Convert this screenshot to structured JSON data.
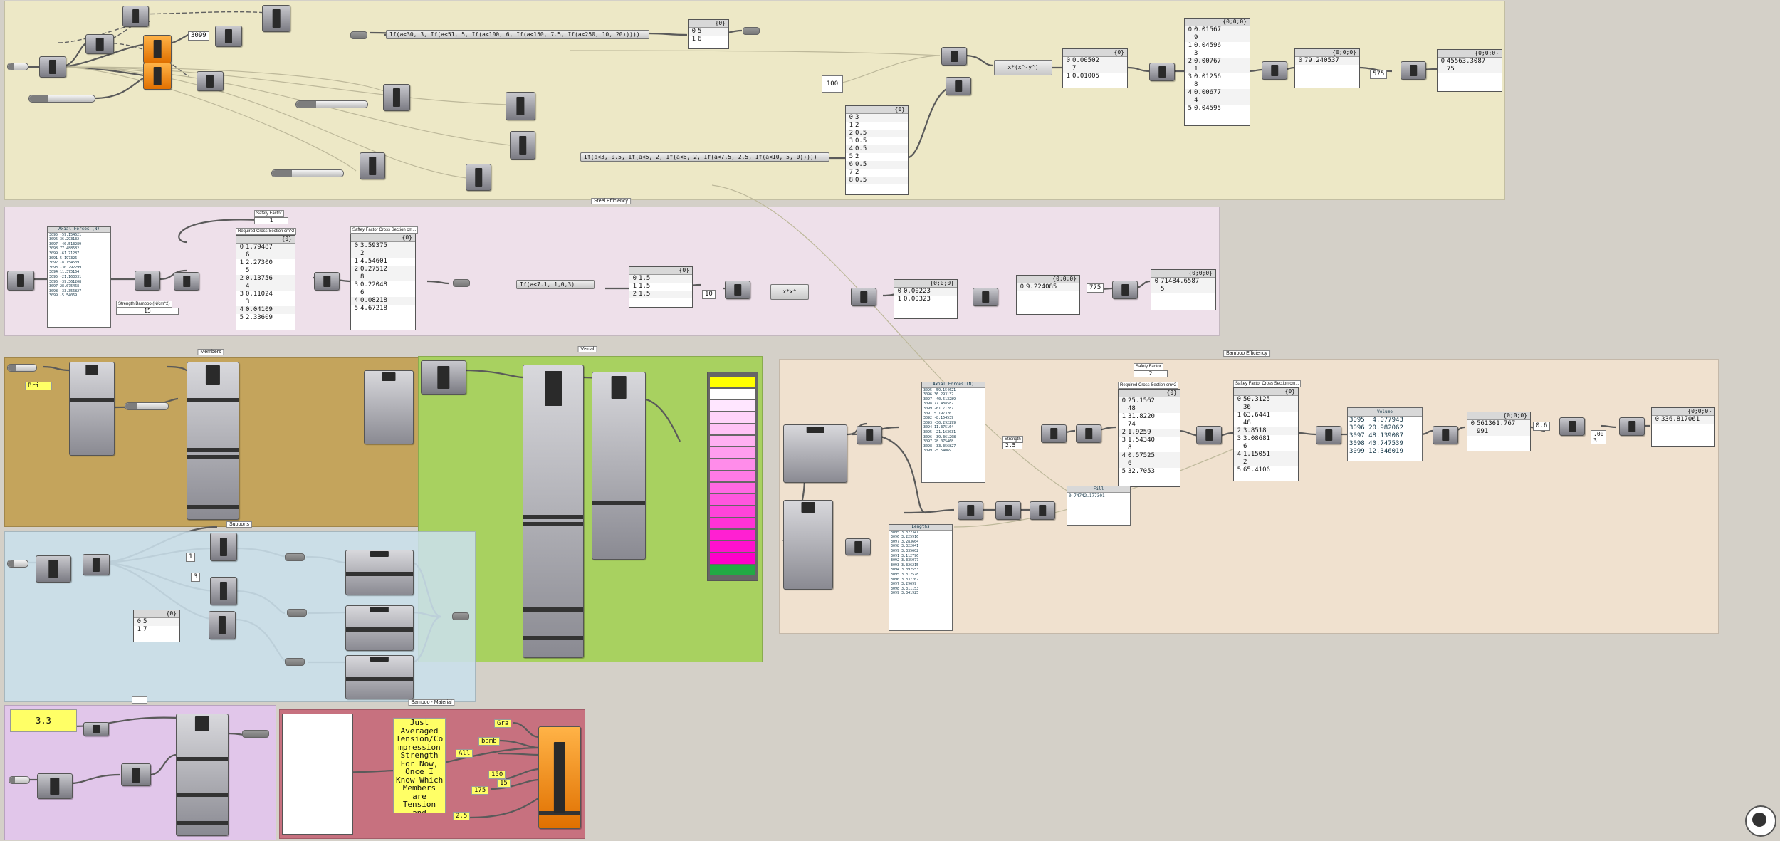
{
  "colors": {
    "top_group": "#ede8c6",
    "strut_group": "#eee0ea",
    "members_group": "#c4a45c",
    "visual_group": "#a8d160",
    "bamboo_group": "#f0e1cf",
    "supports_group": "#c9dfea",
    "purple_group": "#e1c6ea",
    "material_group": "#c7717f"
  },
  "group_labels": {
    "steel": "Steel Efficiency",
    "members": "Members",
    "visual": "Visual",
    "bamboo": "Bamboo Efficiency",
    "supports": "Supports",
    "material": "Bamboo - Material"
  },
  "top": {
    "num_3099": "3099",
    "expr1": "If(a<30, 3, If(a<51, 5, If(a<100, 6, If(a<150, 7.5, If(a<250, 10, 20)))))",
    "expr2": "If(a<3, 0.5, If(a<5, 2, If(a<6, 2, If(a<7.5, 2.5, If(a<10, 5, 0)))))",
    "mini_panel": {
      "title": "{0}",
      "rows": [
        [
          "0",
          "5"
        ],
        [
          "1",
          "6"
        ]
      ]
    },
    "num_100": "100",
    "list_panel": {
      "title": "{0}",
      "rows": [
        [
          "0",
          "3"
        ],
        [
          "1",
          "2"
        ],
        [
          "2",
          "0.5"
        ],
        [
          "3",
          "0.5"
        ],
        [
          "4",
          "0.5"
        ],
        [
          "5",
          "2"
        ],
        [
          "6",
          "0.5"
        ],
        [
          "7",
          "2"
        ],
        [
          "8",
          "0.5"
        ]
      ]
    },
    "expr3": "x*(x^-y^)",
    "panel_a": {
      "title": "{0}",
      "rows": [
        [
          "0",
          "0.00502\n7"
        ],
        [
          "1",
          "0.01005"
        ]
      ]
    },
    "panel_b": {
      "title": "{0;0;0}",
      "rows": [
        [
          "0",
          "0.01567\n9"
        ],
        [
          "1",
          "0.04596\n3"
        ],
        [
          "2",
          "0.00767\n1"
        ],
        [
          "3",
          "0.01256\n8"
        ],
        [
          "4",
          "0.00677\n4"
        ],
        [
          "5",
          "0.04595"
        ]
      ]
    },
    "panel_c": {
      "title": "{0;0;0}",
      "rows": [
        [
          "0",
          "79.240537"
        ]
      ]
    },
    "num_575": "575",
    "panel_d": {
      "title": "{0;0;0}",
      "rows": [
        [
          "0",
          "45563.3087\n75"
        ]
      ]
    }
  },
  "strut": {
    "axial_header": "Axial Forces (N)",
    "axial_list": [
      "3095 -59.154621",
      "3096 36.293132",
      "3097 -40.513289",
      "3098 77.488582",
      "3099 -61.71287",
      "3091 5.197326",
      "3092 -8.154539",
      "3093 -30.292299",
      "3094 11.375164",
      "3095 -21.163031",
      "3096 -39.361208",
      "3097 28.075468",
      "3098 -33.356827",
      "3099 -5.54069"
    ],
    "safety_label": "Safety Factor",
    "safety_value": "1",
    "strength_label": "Strength  Bamboo (N/cm^2)",
    "strength_value": "15",
    "required_header": "Required Cross Section cm^2",
    "required_panel": {
      "title": "{0}",
      "rows": [
        [
          "0",
          "1.79487\n6"
        ],
        [
          "1",
          "2.27300\n5"
        ],
        [
          "2",
          "0.13756\n4"
        ],
        [
          "3",
          "0.11024\n3"
        ],
        [
          "4",
          "0.04109"
        ],
        [
          "5",
          "2.33609"
        ]
      ]
    },
    "safety_header": "Saftey Factor Cross Section cm...",
    "safety_panel": {
      "title": "{0}",
      "rows": [
        [
          "0",
          "3.59375\n2"
        ],
        [
          "1",
          "4.54601"
        ],
        [
          "2",
          "0.27512\n8"
        ],
        [
          "3",
          "0.22048\n6"
        ],
        [
          "4",
          "0.08218"
        ],
        [
          "5",
          "4.67218"
        ]
      ]
    },
    "expr_if": "If(a<7.1, 1,0,3)",
    "panel_e": {
      "title": "{0}",
      "rows": [
        [
          "0",
          "1.5"
        ],
        [
          "1",
          "1.5"
        ],
        [
          "2",
          "1.5"
        ]
      ]
    },
    "num_10": "10",
    "expr_pow": "x*x^",
    "panel_f": {
      "title": "{0;0;0}",
      "rows": [
        [
          "0",
          "0.00223"
        ],
        [
          "1",
          "0.00323"
        ]
      ]
    },
    "panel_g": {
      "title": "{0;0;0}",
      "rows": [
        [
          "0",
          "9.224085"
        ]
      ]
    },
    "num_775": "775",
    "panel_h": {
      "title": "{0;0;0}",
      "rows": [
        [
          "0",
          "71484.6587\n5"
        ]
      ]
    }
  },
  "members": {
    "yellow_note": "Bri"
  },
  "supports": {
    "num_1": "1",
    "num_3": "3",
    "panel": {
      "title": "{0}",
      "rows": [
        [
          "0",
          "5"
        ],
        [
          "1",
          "7"
        ]
      ]
    }
  },
  "bamboo": {
    "axial_header": "Axial Forces (N)",
    "axial_list": [
      "3095 -59.154621",
      "3096 36.293132",
      "3097 -40.513289",
      "3098 77.488582",
      "3099 -61.71287",
      "3091 5.197326",
      "3092 -8.154539",
      "3093 -30.292299",
      "3094 11.375164",
      "3095 -21.163031",
      "3096 -39.361208",
      "3097 28.075468",
      "3098 -33.356827",
      "3099 -5.54069"
    ],
    "safety_label": "Safety Factor",
    "safety_value": "2",
    "strength_label": "Strength",
    "strength_value": "2.5",
    "required_header": "Required Cross Section cm^2",
    "required_panel": {
      "title": "{0}",
      "rows": [
        [
          "0",
          "25.1562\n48"
        ],
        [
          "1",
          "31.8220\n74"
        ],
        [
          "2",
          "1.9259"
        ],
        [
          "3",
          "1.54340\n8"
        ],
        [
          "4",
          "0.57525\n6"
        ],
        [
          "5",
          "32.7053"
        ]
      ]
    },
    "safety_header": "Saftey Factor Cross Section cm...",
    "safety_panel": {
      "title": "{0}",
      "rows": [
        [
          "0",
          "50.3125\n36"
        ],
        [
          "1",
          "63.6441\n48"
        ],
        [
          "2",
          "3.8518"
        ],
        [
          "3",
          "3.08681\n6"
        ],
        [
          "4",
          "1.15051\n2"
        ],
        [
          "5",
          "65.4106"
        ]
      ]
    },
    "volume_header": "Volume",
    "volume_list": [
      "3095  4.077943",
      "3096 20.982062",
      "3097 48.139087",
      "3098 40.747539",
      "3099 12.346019"
    ],
    "panel_i": {
      "title": "{0;0;0}",
      "rows": [
        [
          "0",
          "561361.767\n991"
        ]
      ]
    },
    "num_06": "0.6",
    "num_00": ".00\n3",
    "panel_j": {
      "title": "{0;0;0}",
      "rows": [
        [
          "0",
          "336.817061"
        ]
      ]
    },
    "length_header": "Lengths",
    "length_list": [
      "3095 3.322341",
      "3096 3.225916",
      "3097 3.283664",
      "3098 3.322041",
      "3099 3.335602",
      "3091 3.112796",
      "3092 3.335077",
      "3093 3.326215",
      "3094 3.392553",
      "3095 3.312578",
      "3096 3.337762",
      "3097 3.29699",
      "3098 3.311153",
      "3099 3.341925"
    ],
    "fill_header": "Fill",
    "fill_value": "0 74742.177301"
  },
  "purple": {
    "value": "3.3"
  },
  "material": {
    "note": "Just\nAveraged\nTension/Co\nmpression\nStrength\nFor Now,\nOnce I\nKnow Which\nMembers\nare\nTension\nand",
    "tag_gra": "Gra",
    "tag_bamb": "bamb",
    "tag_all": "All",
    "tag_150": "150",
    "tag_15": "15",
    "tag_175": "175",
    "tag_25": "2.5"
  }
}
